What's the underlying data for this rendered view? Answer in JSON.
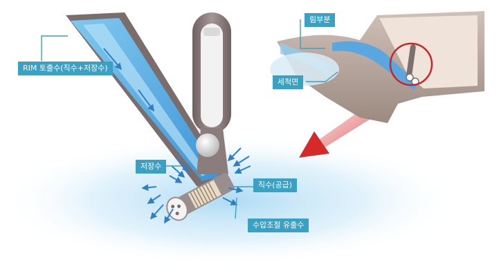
{
  "labels": {
    "rim_outflow": "RIM 토출수(직수+저장수)",
    "rim_part": "림부분",
    "wash_surface": "세척면",
    "stored_water": "저장수",
    "direct_water": "직수(공급)",
    "pressure_outflow": "수압조절 유출수"
  },
  "colors": {
    "callout_bg": "#3aa0c4",
    "callout_text": "#ffffff",
    "water_blue": "#5ab4e6",
    "pipe_grey": "#8e7e7e",
    "arrow_red": "#d42a2a",
    "leader_line": "#3aa0c4"
  }
}
